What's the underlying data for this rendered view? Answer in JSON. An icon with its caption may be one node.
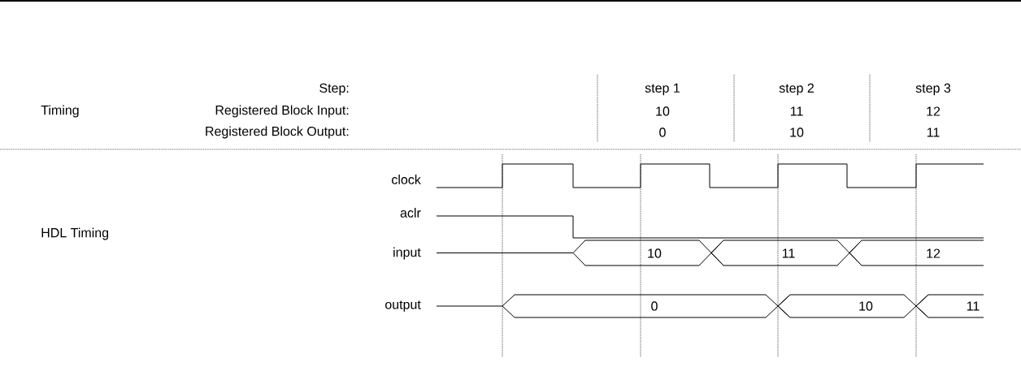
{
  "diagram": {
    "labels": [
      "Step:",
      "step 1",
      "step 2",
      "step 3",
      "Timing",
      "Registered Block Input:",
      "10",
      "11",
      "12",
      "Registered Block Output:",
      "0",
      "10",
      "11",
      "clock",
      "aclr",
      "HDL Timing",
      "input",
      "10",
      "11",
      "12",
      "output",
      "0",
      "10",
      "11"
    ]
  }
}
